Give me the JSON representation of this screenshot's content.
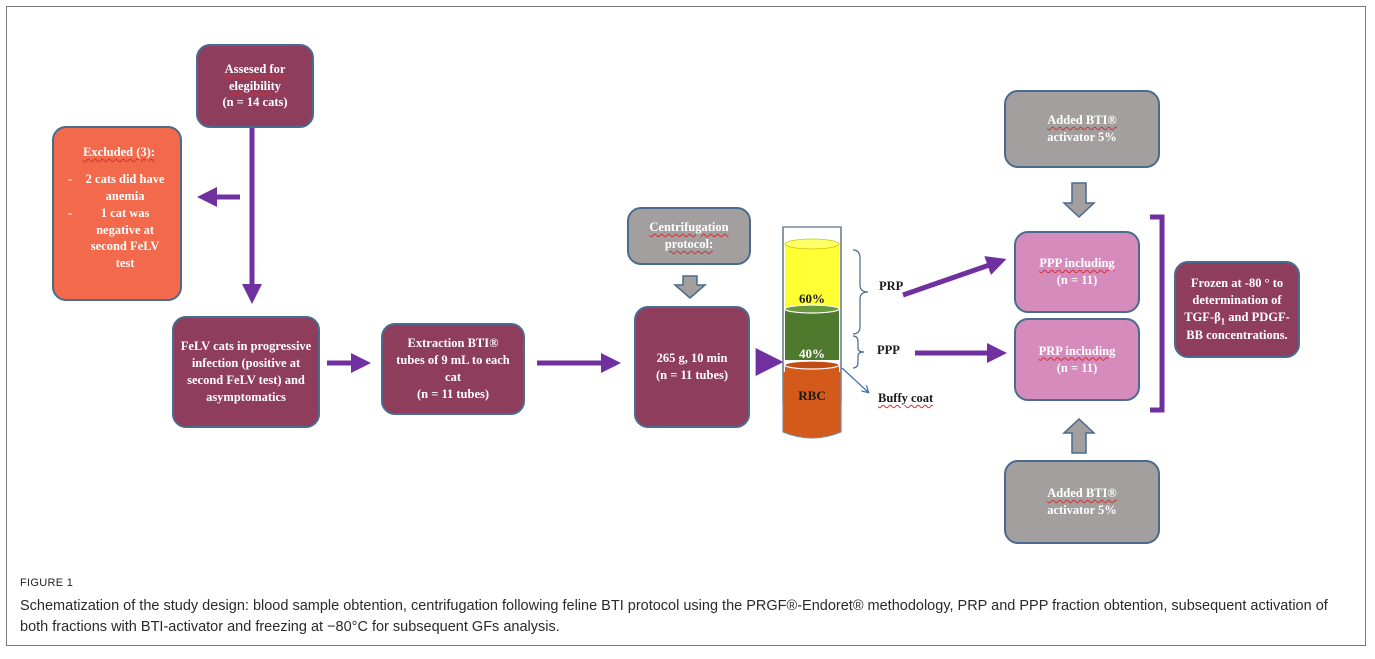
{
  "figure": {
    "label": "FIGURE 1",
    "caption": "Schematization of the study design: blood sample obtention, centrifugation following feline BTI protocol using the PRGF®-Endoret® methodology, PRP and PPP fraction obtention, subsequent activation of both fractions with BTI-activator and freezing at −80°C for subsequent GFs analysis."
  },
  "boxes": {
    "assessed": {
      "line1": "Assesed for",
      "line2": "elegibility",
      "line3": "(n = 14 cats)"
    },
    "excluded": {
      "title": "Excluded (3):",
      "bullet": "-",
      "item1": "2 cats did have anemia",
      "item2": "1 cat was negative at second FeLV test"
    },
    "felv": {
      "text": "FeLV cats in progressive infection (positive at second FeLV test) and asymptomatics"
    },
    "extraction": {
      "line1": "Extraction BTI®",
      "line2": "tubes of 9 mL to each cat",
      "line3": "(n = 11 tubes)"
    },
    "centrifugation_protocol": {
      "line1": "Centrifugation",
      "line2": "protocol:"
    },
    "centrifuge_params": {
      "line1": "265 g, 10 min",
      "line2": "(n = 11 tubes)"
    },
    "added_top": {
      "line1": "Added BTI®",
      "line2": "activator 5%"
    },
    "added_bottom": {
      "line1": "Added BTI®",
      "line2": "activator 5%"
    },
    "ppp_including": {
      "line1": "PPP including",
      "line2": "(n = 11)"
    },
    "prp_including": {
      "line1": "PRP including",
      "line2": "(n = 11)"
    },
    "frozen": {
      "text": "Frozen at -80 ° to determination of TGF-β",
      "sub": "1",
      "text2": " and PDGF-BB concentrations."
    }
  },
  "tube": {
    "top_pct": "60%",
    "mid_pct": "40%",
    "bottom": "RBC",
    "prp_label": "PRP",
    "ppp_label": "PPP",
    "buffy_label": "Buffy coat"
  },
  "colors": {
    "maroon": "#8e3d5c",
    "gray": "#a39f9f",
    "orange": "#f26a4b",
    "pink": "#d68bbd",
    "arrow_purple": "#7030a0",
    "yellow_layer": "#ffff33",
    "green_layer": "#4f7a2d",
    "rbc_layer": "#d35a1a"
  }
}
